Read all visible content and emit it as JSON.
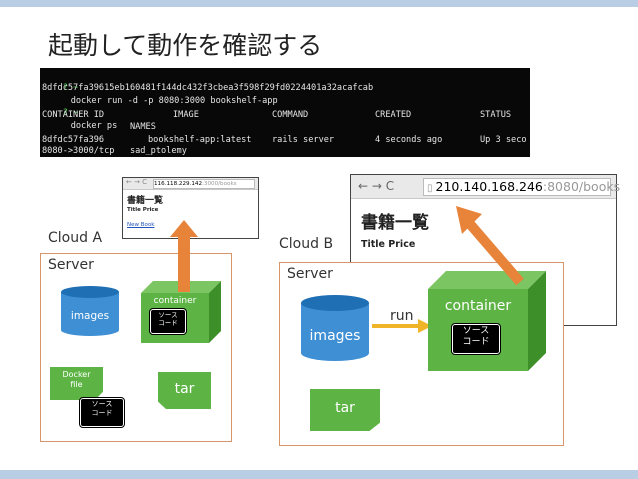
{
  "slide": {
    "title": "起動して動作を確認する"
  },
  "terminal": {
    "line1_prompt": "? ~",
    "line1_cmd": "docker run -d -p 8080:3000 bookshelf-app",
    "line2": "8dfdc57fa39615eb160481f144dc432f3cbea3f598f29fd0224401a32acafcab",
    "line3_prompt": "? ~",
    "line3_cmd": "docker ps",
    "headers": [
      "CONTAINER ID",
      "IMAGE",
      "COMMAND",
      "CREATED",
      "STATUS"
    ],
    "header_names": "NAMES",
    "row": {
      "id": "8dfdc57fa396",
      "image": "bookshelf-app:latest",
      "command": "rails server",
      "created": "4 seconds ago",
      "status": "Up 3 seco"
    },
    "row2": "8080->3000/tcp   sad_ptolemy"
  },
  "cloud_a": {
    "label": "Cloud A",
    "server_label": "Server",
    "images_label": "images",
    "container_label": "container",
    "source_label": "ソース\nコード",
    "dockerfile_label": "Docker\nfile",
    "tar_label": "tar",
    "browser": {
      "url_host": "116.118.229.142",
      "url_port": ":3000/books",
      "heading": "書籍一覧",
      "table_header": "Title Price",
      "link": "New Book"
    }
  },
  "cloud_b": {
    "label": "Cloud B",
    "server_label": "Server",
    "images_label": "images",
    "container_label": "container",
    "source_label": "ソース\nコード",
    "run_label": "run",
    "tar_label": "tar",
    "browser": {
      "url_host": "210.140.168.246",
      "url_port": ":8080/books",
      "heading": "書籍一覧",
      "table_header": "Title Price"
    }
  },
  "colors": {
    "accent_bar": "#b9cde5",
    "server_border": "#d9956a",
    "green_box": "#5db445",
    "image_cylinder": "#3e8fd4",
    "orange_arrow": "#e8833a",
    "run_arrow": "#f0b429"
  }
}
